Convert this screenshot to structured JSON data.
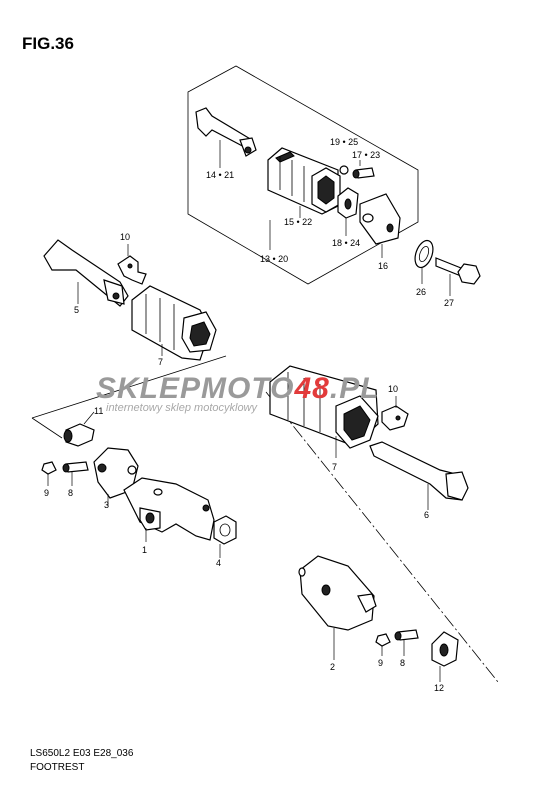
{
  "figure": {
    "title": "FIG.36",
    "code": "LS650L2 E03 E28_036",
    "name": "FOOTREST"
  },
  "watermark": {
    "brand_a": "SKLEP",
    "brand_b": "MOTO",
    "brand_c": "48",
    "brand_d": ".PL",
    "tagline": "internetowy sklep motocyklowy",
    "color_gray": "#9a9a9a",
    "color_red": "#e23b3b"
  },
  "callouts": {
    "c1": "1",
    "c2": "2",
    "c3": "3",
    "c4": "4",
    "c5": "5",
    "c6": "6",
    "c7a": "7",
    "c7b": "7",
    "c8a": "8",
    "c8b": "8",
    "c9a": "9",
    "c9b": "9",
    "c10a": "10",
    "c10b": "10",
    "c11": "11",
    "c12": "12",
    "c13": "13 • 20",
    "c14": "14 • 21",
    "c15": "15 • 22",
    "c16": "16",
    "c17": "17 • 23",
    "c18": "18 • 24",
    "c19": "19 • 25",
    "c26": "26",
    "c27": "27"
  }
}
